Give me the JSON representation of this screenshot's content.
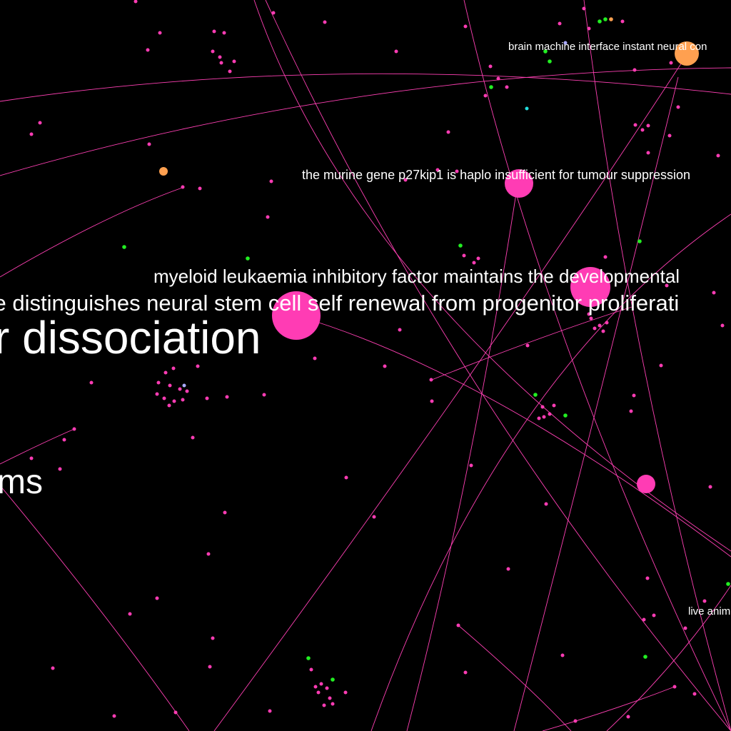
{
  "graph": {
    "labels": [
      {
        "text": "r dissociation"
      },
      {
        "text": "ce distinguishes neural stem cell self renewal from progenitor proliferati"
      },
      {
        "text": "myeloid leukaemia inhibitory factor maintains the developmental"
      },
      {
        "text": "the murine gene p27kip1 is haplo insufficient for tumour suppression"
      },
      {
        "text": "brain machine interface instant neural con"
      },
      {
        "text": "ms"
      },
      {
        "text": "live anim"
      }
    ],
    "colors": {
      "background": "#000000",
      "edge": "#ff40b4",
      "node_pink": "#ff3cb4",
      "node_orange": "#ffa050",
      "node_green": "#22ee22",
      "node_cyan": "#22dddd",
      "node_lavender": "#aaaaff",
      "label": "#ffffff"
    }
  }
}
